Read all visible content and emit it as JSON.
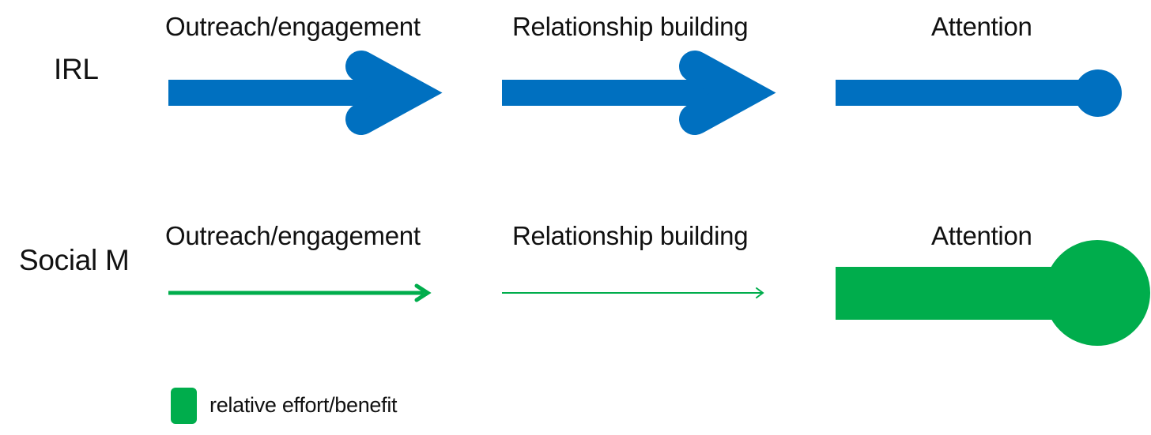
{
  "rows": [
    {
      "label": "IRL",
      "color": "#0070C0",
      "stages": [
        {
          "label": "Outreach/engagement",
          "shape": "arrow",
          "weight": "heavy"
        },
        {
          "label": "Relationship building",
          "shape": "arrow",
          "weight": "heavy"
        },
        {
          "label": "Attention",
          "shape": "bar-with-dot",
          "weight": "medium"
        }
      ]
    },
    {
      "label": "Social M",
      "color": "#00AD4C",
      "stages": [
        {
          "label": "Outreach/engagement",
          "shape": "arrow",
          "weight": "thin"
        },
        {
          "label": "Relationship building",
          "shape": "arrow",
          "weight": "very-thin"
        },
        {
          "label": "Attention",
          "shape": "bar-with-dot",
          "weight": "very-heavy"
        }
      ]
    }
  ],
  "legend": {
    "label": "relative effort/benefit",
    "color": "#00AD4C",
    "icon": "rounded-square-swatch"
  }
}
